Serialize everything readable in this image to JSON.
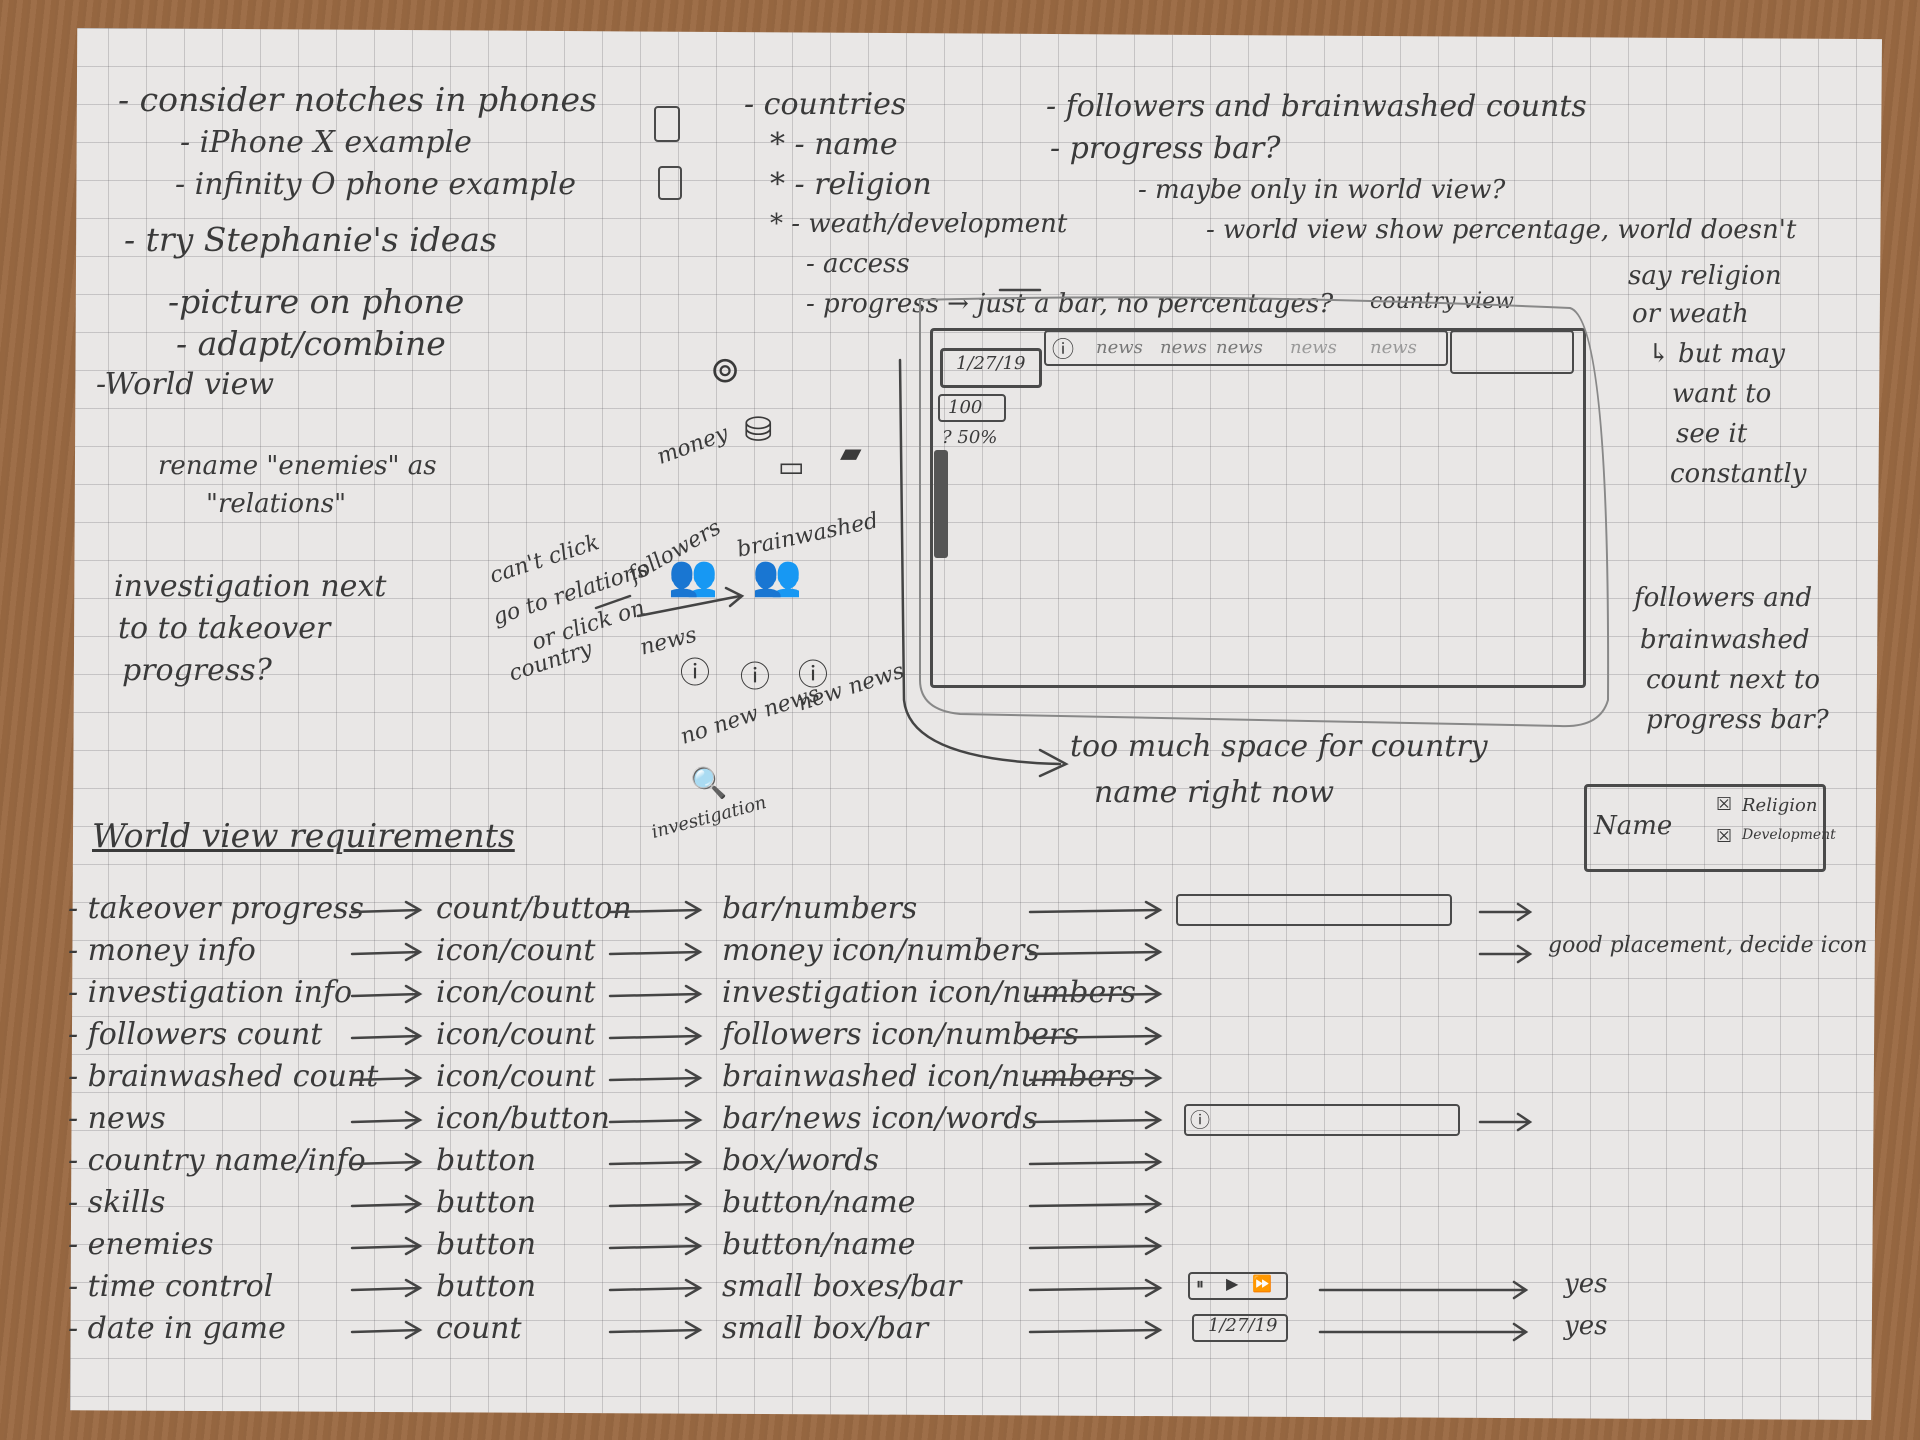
{
  "notes_left": [
    "- consider notches in phones",
    "- iPhone X example",
    "- infinity O phone example",
    "- try Stephanie's ideas",
    "-picture on phone",
    "- adapt/combine",
    "-World view",
    "rename \"enemies\" as",
    "\"relations\"",
    "investigation next",
    "to to takeover",
    "progress?"
  ],
  "notes_countries": [
    "- countries",
    "* - name",
    "* - religion",
    "* - weath/development",
    "- access",
    "- progress → just a bar, no percentages?",
    "country view"
  ],
  "notes_top_right": [
    "- followers and brainwashed counts",
    "- progress bar?",
    "- maybe only in world view?",
    "- world view show percentage, world doesn't",
    "say religion",
    "or weath",
    "↳ but may",
    "want to",
    "see it",
    "constantly"
  ],
  "notes_right_mid": [
    "followers and",
    "brainwashed",
    "count next to",
    "progress bar?"
  ],
  "sketch_labels": {
    "money": "money",
    "followers": "followers",
    "brainwashed": "brainwashed",
    "cant_click": "can't click",
    "go_to_relations": "go to relations",
    "or_click": "or click on",
    "country": "country",
    "news": "news",
    "no_new_news": "no new news",
    "new_news": "new news",
    "investigation": "investigation",
    "too_much_space": "too much space for country",
    "name_right_now": "name right now"
  },
  "wireframe": {
    "date": "1/27/19",
    "news_items": [
      "news",
      "news",
      "news",
      "news",
      "news"
    ],
    "count": "100",
    "percent": "? 50%"
  },
  "name_box": {
    "label": "Name",
    "check1": "Religion",
    "check2": "Development"
  },
  "requirements": {
    "title": "World view requirements",
    "rows": [
      {
        "item": "- takeover progress",
        "type": "count/button",
        "form": "bar/numbers",
        "note": ""
      },
      {
        "item": "- money info",
        "type": "icon/count",
        "form": "money icon/numbers",
        "note": "good placement, decide icon"
      },
      {
        "item": "- investigation info",
        "type": "icon/count",
        "form": "investigation icon/numbers",
        "note": ""
      },
      {
        "item": "- followers count",
        "type": "icon/count",
        "form": "followers icon/numbers",
        "note": ""
      },
      {
        "item": "- brainwashed count",
        "type": "icon/count",
        "form": "brainwashed icon/numbers",
        "note": ""
      },
      {
        "item": "- news",
        "type": "icon/button",
        "form": "bar/news icon/words",
        "note": ""
      },
      {
        "item": "- country name/info",
        "type": "button",
        "form": "box/words",
        "note": ""
      },
      {
        "item": "- skills",
        "type": "button",
        "form": "button/name",
        "note": ""
      },
      {
        "item": "- enemies",
        "type": "button",
        "form": "button/name",
        "note": ""
      },
      {
        "item": "- time control",
        "type": "button",
        "form": "small boxes/bar",
        "note": "yes"
      },
      {
        "item": "- date in game",
        "type": "count",
        "form": "small box/bar",
        "note": "yes"
      }
    ]
  },
  "mini_date": "1/27/19"
}
